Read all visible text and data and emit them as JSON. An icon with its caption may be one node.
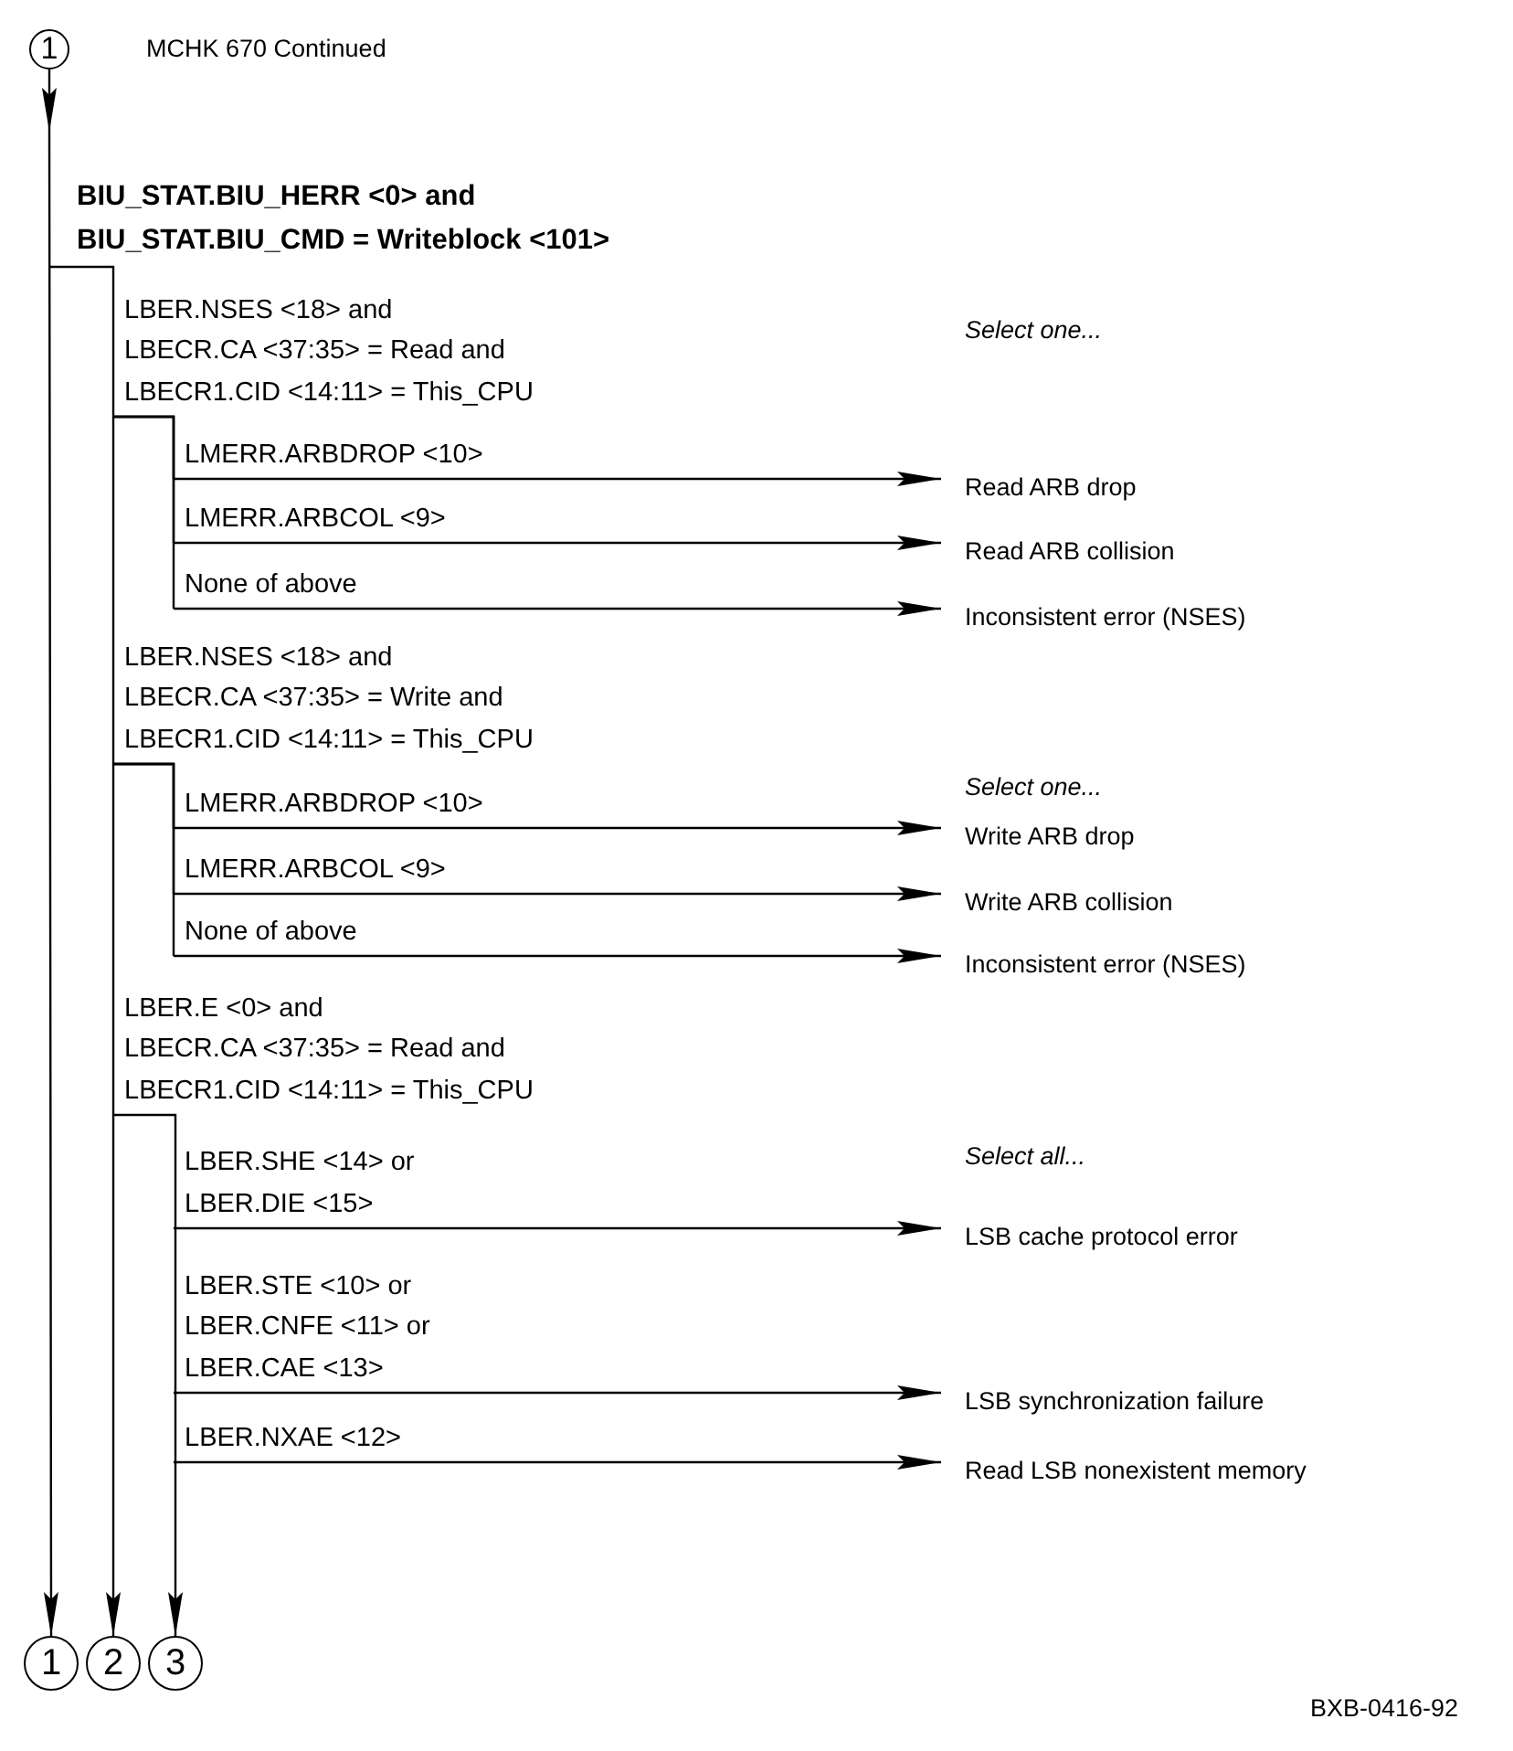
{
  "diagram": {
    "nodes": [
      {
        "text": [
          "1"
        ],
        "beside": [
          "MCHK 670 Continued"
        ]
      },
      {
        "text": [
          "BIU_STAT.BIU_HERR <0> and",
          "BIU_STAT.BIU_CMD = Writeblock <101>"
        ]
      },
      {
        "text": [
          "LBER.NSES <18> and",
          "LBECR.CA <37:35> = Read and",
          "LBECR1.CID <14:11> = This_CPU"
        ]
      },
      {
        "text": [
          "LMERR.ARBDROP <10>"
        ]
      },
      {
        "text": [
          "LMERR.ARBCOL <9>"
        ]
      },
      {
        "text": [
          "None of above"
        ]
      },
      {
        "text": [
          "Read ARB drop"
        ]
      },
      {
        "text": [
          "Read ARB collision"
        ]
      },
      {
        "text": [
          "Inconsistent error (NSES)"
        ]
      },
      {
        "text": [
          "LBER.NSES <18> and",
          "LBECR.CA <37:35> = Write and",
          "LBECR1.CID <14:11> = This_CPU"
        ]
      },
      {
        "text": [
          "LMERR.ARBDROP <10>"
        ]
      },
      {
        "text": [
          "LMERR.ARBCOL <9>"
        ]
      },
      {
        "text": [
          "None of above"
        ]
      },
      {
        "text": [
          "Write ARB drop"
        ]
      },
      {
        "text": [
          "Write ARB collision"
        ]
      },
      {
        "text": [
          "Inconsistent error (NSES)"
        ]
      },
      {
        "text": [
          "LBER.E <0> and",
          "LBECR.CA <37:35> = Read and",
          "LBECR1.CID <14:11> = This_CPU"
        ]
      },
      {
        "text": [
          "LBER.SHE <14> or",
          "LBER.DIE <15>"
        ]
      },
      {
        "text": [
          "LBER.STE <10> or",
          "LBER.CNFE <11> or",
          "LBER.CAE <13>"
        ]
      },
      {
        "text": [
          "LBER.NXAE <12>"
        ]
      },
      {
        "text": [
          "LSB cache protocol error"
        ]
      },
      {
        "text": [
          "LSB synchronization failure"
        ]
      },
      {
        "text": [
          "Read LSB nonexistent memory"
        ]
      },
      {
        "text": [
          "1"
        ]
      },
      {
        "text": [
          "2"
        ]
      },
      {
        "text": [
          "3"
        ]
      }
    ],
    "edges": [
      {
        "from": 0,
        "to": 23,
        "arrow": "to"
      },
      {
        "from": 1,
        "to": 24,
        "arrow": "to"
      },
      {
        "from": 16,
        "to": 25,
        "arrow": "to"
      },
      {
        "from": 3,
        "to": 6,
        "arrow": "to"
      },
      {
        "from": 4,
        "to": 7,
        "arrow": "to"
      },
      {
        "from": 5,
        "to": 8,
        "arrow": "to"
      },
      {
        "from": 10,
        "to": 13,
        "arrow": "to"
      },
      {
        "from": 11,
        "to": 14,
        "arrow": "to"
      },
      {
        "from": 12,
        "to": 15,
        "arrow": "to"
      },
      {
        "from": 17,
        "to": 20,
        "arrow": "to"
      },
      {
        "from": 18,
        "to": 21,
        "arrow": "to"
      },
      {
        "from": 19,
        "to": 22,
        "arrow": "to"
      },
      {
        "from": 2,
        "to": 3,
        "arrow": "none"
      },
      {
        "from": 2,
        "to": 4,
        "arrow": "none"
      },
      {
        "from": 2,
        "to": 5,
        "arrow": "none"
      },
      {
        "from": 9,
        "to": 10,
        "arrow": "none"
      },
      {
        "from": 9,
        "to": 11,
        "arrow": "none"
      },
      {
        "from": 9,
        "to": 12,
        "arrow": "none"
      }
    ],
    "labels": [
      "Select one...",
      "Select one...",
      "Select all...",
      "BXB-0416-92"
    ]
  }
}
